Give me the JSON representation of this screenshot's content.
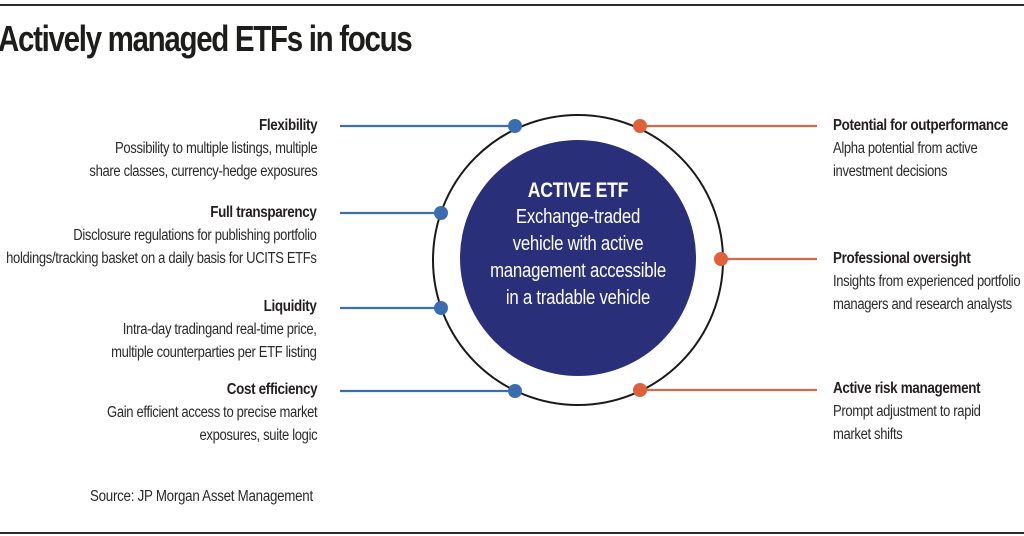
{
  "title": "Actively managed ETFs in focus",
  "colors": {
    "navy": "#2a2f7a",
    "blue_line": "#3c6ea8",
    "blue_dot": "#3a6db0",
    "orange_line": "#d2694a",
    "orange_dot": "#e0603a",
    "ring": "#1a1a1a",
    "text": "#231f20"
  },
  "center": {
    "title": "ACTIVE ETF",
    "lines": [
      "Exchange-traded",
      "vehicle with active",
      "management accessible",
      "in a tradable vehicle"
    ]
  },
  "left_items": [
    {
      "head": "Flexibility",
      "desc": [
        "Possibility to multiple listings, multiple",
        "share classes, currency-hedge exposures"
      ]
    },
    {
      "head": "Full transparency",
      "desc": [
        "Disclosure regulations for publishing portfolio",
        "holdings/tracking basket on a daily basis for UCITS ETFs"
      ]
    },
    {
      "head": "Liquidity",
      "desc": [
        "Intra-day tradingand real-time price,",
        "multiple counterparties per ETF listing"
      ]
    },
    {
      "head": "Cost efficiency",
      "desc": [
        "Gain efficient access to precise market",
        "exposures, suite logic"
      ]
    }
  ],
  "right_items": [
    {
      "head": "Potential for outperformance",
      "desc": [
        "Alpha potential from active",
        "investment decisions"
      ]
    },
    {
      "head": "Professional oversight",
      "desc": [
        "Insights from experienced portfolio",
        "managers and research analysts"
      ]
    },
    {
      "head": "Active risk management",
      "desc": [
        "Prompt adjustment to rapid",
        "market shifts"
      ]
    }
  ],
  "source": "Source: JP Morgan Asset Management"
}
